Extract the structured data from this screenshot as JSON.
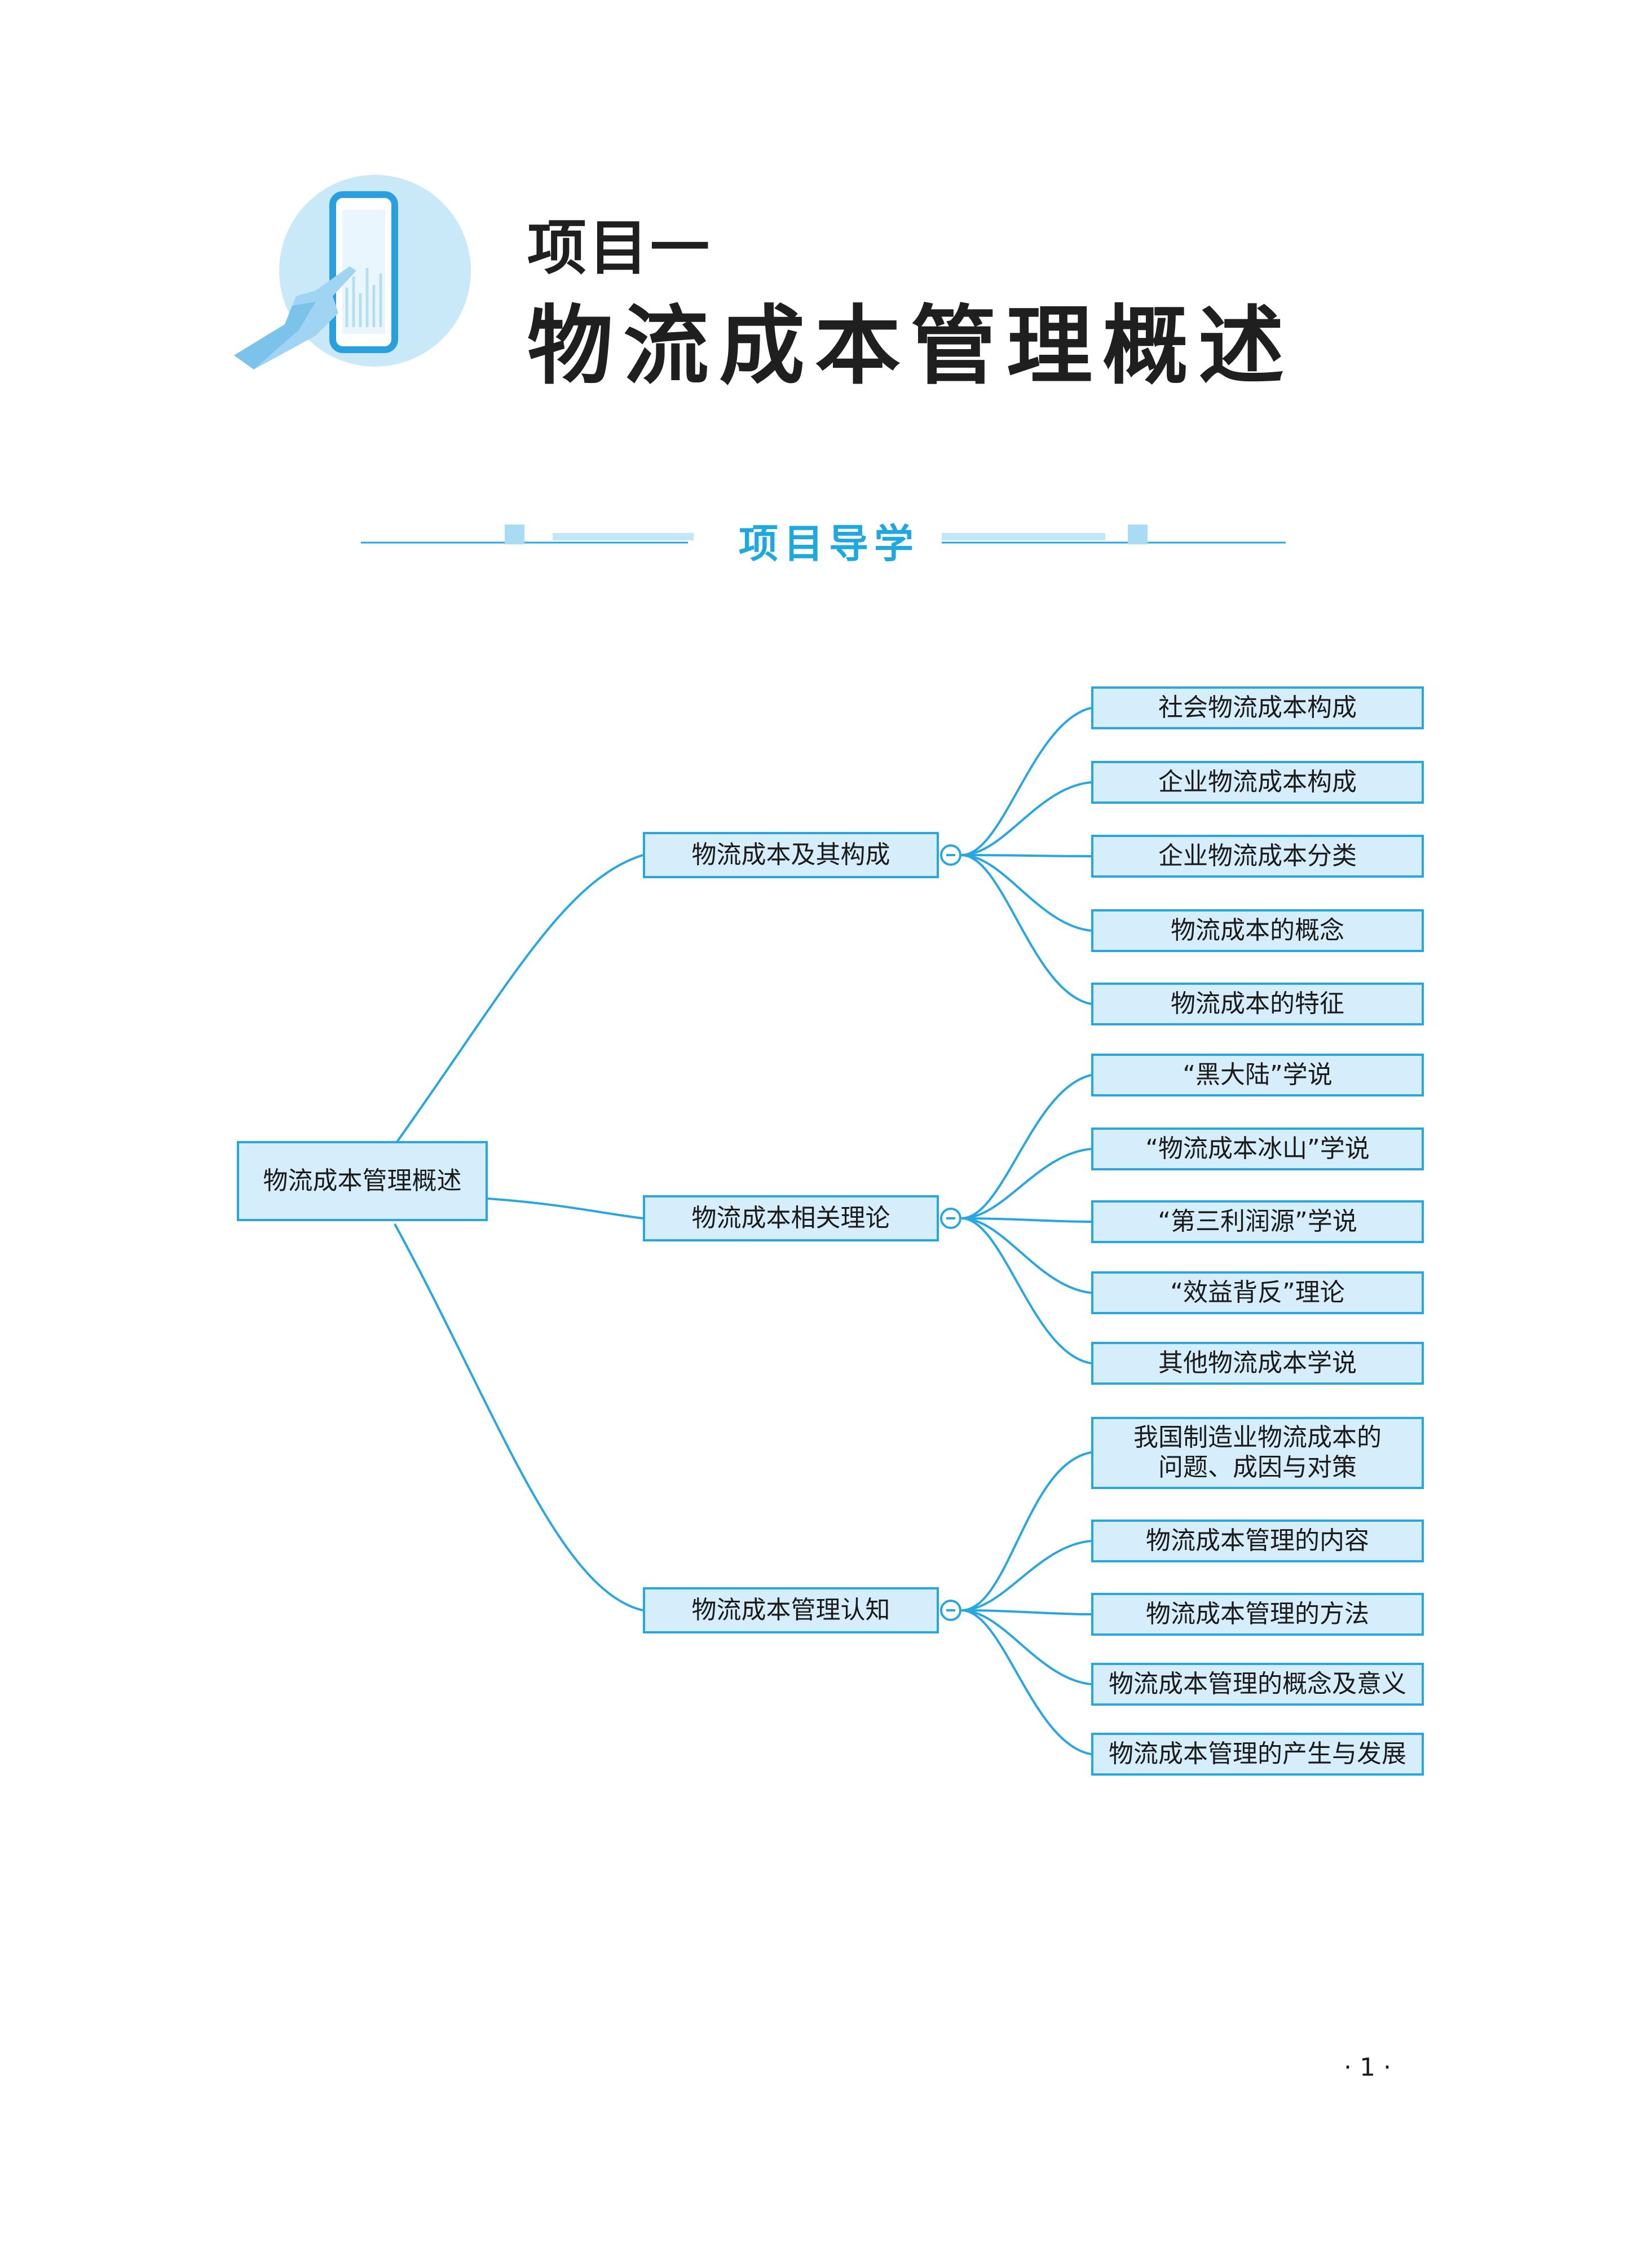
{
  "header": {
    "project_label": "项目一",
    "title": "物流成本管理概述",
    "icon": "hand-tapping-phone-icon"
  },
  "section": {
    "title": "项目导学"
  },
  "mindmap": {
    "root": "物流成本管理概述",
    "branches": [
      {
        "label": "物流成本及其构成",
        "children": [
          "社会物流成本构成",
          "企业物流成本构成",
          "企业物流成本分类",
          "物流成本的概念",
          "物流成本的特征"
        ]
      },
      {
        "label": "物流成本相关理论",
        "children": [
          "“黑大陆”学说",
          "“物流成本冰山”学说",
          "“第三利润源”学说",
          "“效益背反”理论",
          "其他物流成本学说"
        ]
      },
      {
        "label": "物流成本管理认知",
        "children": [
          "我国制造业物流成本的\n问题、成因与对策",
          "物流成本管理的内容",
          "物流成本管理的方法",
          "物流成本管理的概念及意义",
          "物流成本管理的产生与发展"
        ]
      }
    ]
  },
  "colors": {
    "accent": "#27a6e2",
    "node_fill": "#d6eefb",
    "icon_circle": "#c9e9f8"
  },
  "page_number": "· 1 ·"
}
